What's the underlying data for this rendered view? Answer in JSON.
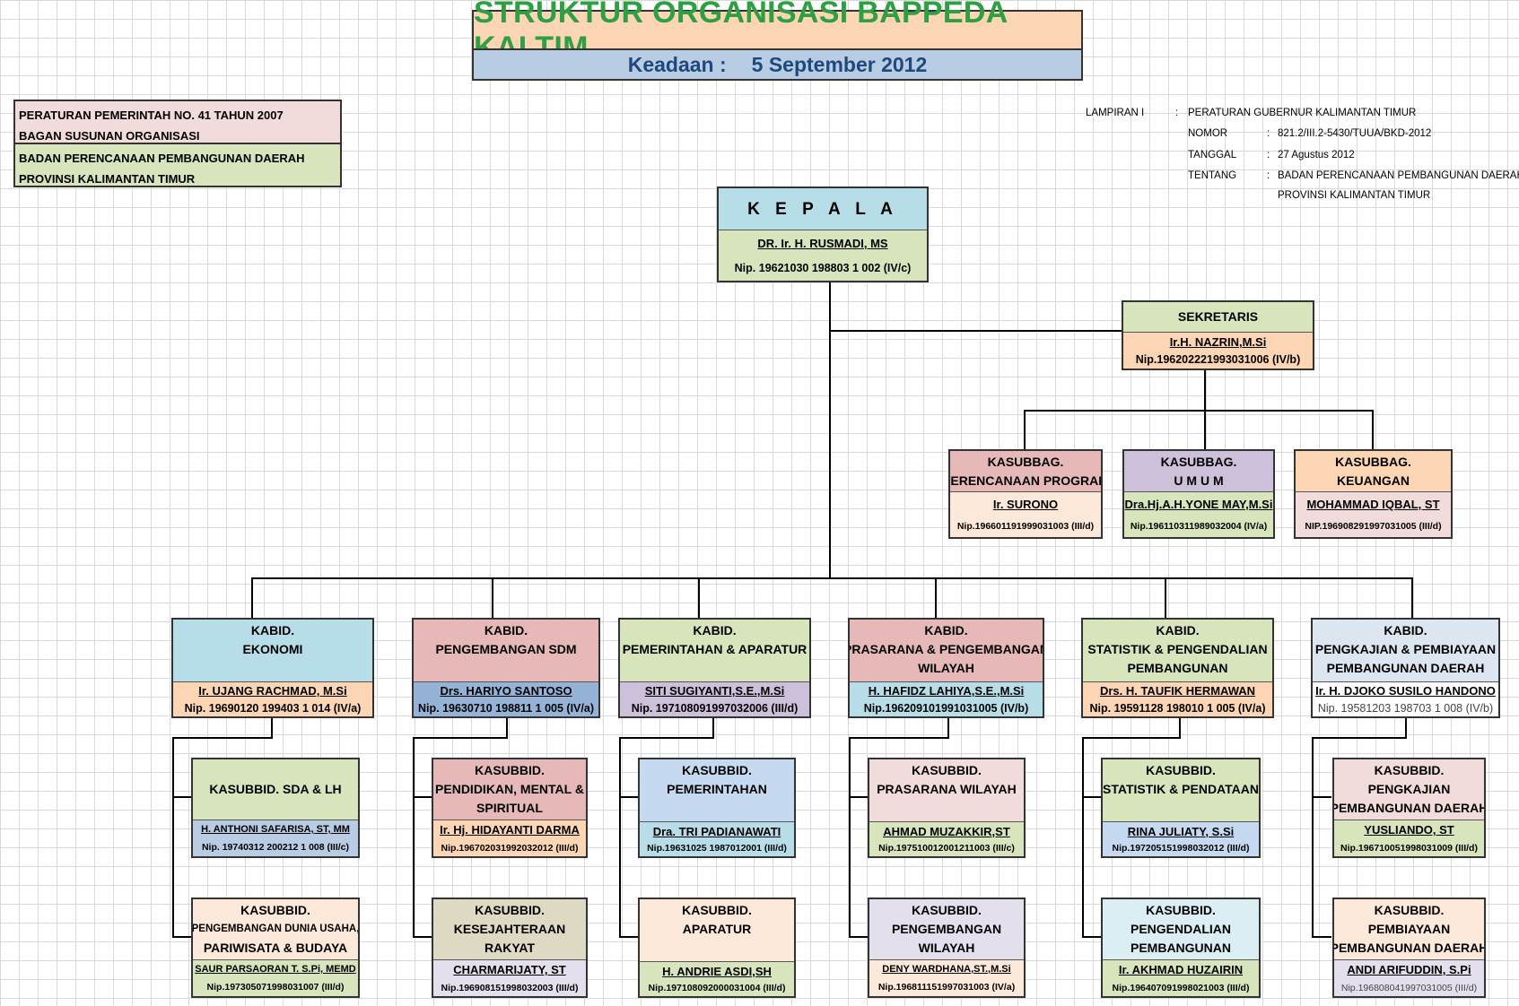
{
  "header": {
    "title": "STRUKTUR ORGANISASI BAPPEDA KALTIM",
    "keadaan_label": "Keadaan :",
    "keadaan_date": "5 September 2012"
  },
  "regulation": {
    "line1": "PERATURAN PEMERINTAH NO. 41 TAHUN 2007",
    "line2": "BAGAN SUSUNAN ORGANISASI",
    "line3": "BADAN PERENCANAAN PEMBANGUNAN DAERAH",
    "line4": "PROVINSI KALIMANTAN TIMUR"
  },
  "lampiran": {
    "label": "LAMPIRAN   I",
    "colon": ":",
    "value": "PERATURAN GUBERNUR KALIMANTAN TIMUR",
    "nomor_label": "NOMOR",
    "nomor_value": "821.2/III.2-5430/TUUA/BKD-2012",
    "tanggal_label": "TANGGAL",
    "tanggal_value": "27 Agustus 2012",
    "tentang_label": "TENTANG",
    "tentang_value1": "BADAN PERENCANAAN PEMBANGUNAN DAERAH",
    "tentang_value2": "PROVINSI KALIMANTAN TIMUR"
  },
  "kepala": {
    "title": "K E P A L A",
    "name": "DR. Ir. H. RUSMADI, MS",
    "nip": "Nip. 19621030 198803 1 002 (IV/c)"
  },
  "sekretaris": {
    "title": "SEKRETARIS",
    "name": "Ir.H. NAZRIN,M.Si",
    "nip": "Nip.196202221993031006 (IV/b)"
  },
  "kasubbag": [
    {
      "t1": "KASUBBAG.",
      "t2": "PERENCANAAN PROGRAM",
      "name": "Ir. SURONO",
      "nip": "Nip.196601191999031003 (III/d)"
    },
    {
      "t1": "KASUBBAG.",
      "t2": "U M U M",
      "name": "Dra.Hj.A.H.YONE MAY,M.Si",
      "nip": "Nip.196110311989032004 (IV/a)"
    },
    {
      "t1": "KASUBBAG.",
      "t2": "KEUANGAN",
      "name": "MOHAMMAD IQBAL, ST",
      "nip": "NIP.196908291997031005 (III/d)"
    }
  ],
  "kabid": [
    {
      "t1": "KABID.",
      "t2": "EKONOMI",
      "t3": "",
      "name": "Ir. UJANG RACHMAD, M.Si",
      "nip": "Nip. 19690120 199403 1 014 (IV/a)"
    },
    {
      "t1": "KABID.",
      "t2": "PENGEMBANGAN SDM",
      "t3": "",
      "name": "Drs. HARIYO SANTOSO",
      "nip": "Nip. 19630710 198811 1 005 (IV/a)"
    },
    {
      "t1": "KABID.",
      "t2": "PEMERINTAHAN & APARATUR",
      "t3": "",
      "name": "SITI SUGIYANTI,S.E.,M.Si",
      "nip": "Nip. 197108091997032006 (III/d)"
    },
    {
      "t1": "KABID.",
      "t2": "PRASARANA & PENGEMBANGAN",
      "t3": "WILAYAH",
      "name": "H. HAFIDZ LAHIYA,S.E.,M.Si",
      "nip": "Nip.196209101991031005 (IV/b)"
    },
    {
      "t1": "KABID.",
      "t2": "STATISTIK & PENGENDALIAN",
      "t3": "PEMBANGUNAN",
      "name": "Drs. H. TAUFIK HERMAWAN",
      "nip": "Nip. 19591128 198010 1 005 (IV/a)"
    },
    {
      "t1": "KABID.",
      "t2": "PENGKAJIAN & PEMBIAYAAN",
      "t3": "PEMBANGUNAN DAERAH",
      "name": "Ir. H. DJOKO SUSILO HANDONO",
      "nip": "Nip. 19581203 198703 1 008 (IV/b)"
    }
  ],
  "kasubbid_row1": [
    {
      "t1": "KASUBBID. SDA & LH",
      "t2": "",
      "t3": "",
      "name": "H. ANTHONI SAFARISA, ST, MM",
      "nip": "Nip. 19740312 200212 1 008 (III/c)"
    },
    {
      "t1": "KASUBBID.",
      "t2": "PENDIDIKAN, MENTAL &",
      "t3": "SPIRITUAL",
      "name": "Ir. Hj. HIDAYANTI DARMA",
      "nip": "Nip.196702031992032012 (III/d)"
    },
    {
      "t1": "KASUBBID.",
      "t2": "PEMERINTAHAN",
      "t3": "",
      "name": "Dra. TRI PADIANAWATI",
      "nip": "Nip.19631025 1987012001 (III/d)"
    },
    {
      "t1": "KASUBBID.",
      "t2": "PRASARANA WILAYAH",
      "t3": "",
      "name": "AHMAD MUZAKKIR,ST",
      "nip": "Nip.197510012001211003 (III/c)"
    },
    {
      "t1": "KASUBBID.",
      "t2": "STATISTIK & PENDATAAN",
      "t3": "",
      "name": "RINA JULIATY, S.Si",
      "nip": "Nip.197205151998032012 (III/d)"
    },
    {
      "t1": "KASUBBID.",
      "t2": "PENGKAJIAN",
      "t3": "PEMBANGUNAN DAERAH",
      "name": "YUSLIANDO, ST",
      "nip": "Nip.196710051998031009 (III/d)"
    }
  ],
  "kasubbid_row2": [
    {
      "t1": "KASUBBID.",
      "t2": "PENGEMBANGAN DUNIA USAHA,",
      "t3": "PARIWISATA & BUDAYA",
      "name": "SAUR PARSAORAN T. S.Pi, MEMD",
      "nip": "Nip.197305071998031007 (III/d)"
    },
    {
      "t1": "KASUBBID.",
      "t2": "KESEJAHTERAAN",
      "t3": "RAKYAT",
      "name": "CHARMARIJATY, ST",
      "nip": "Nip.196908151998032003 (III/d)"
    },
    {
      "t1": "KASUBBID.",
      "t2": "APARATUR",
      "t3": "",
      "name": "H. ANDRIE ASDI,SH",
      "nip": "Nip.197108092000031004 (III/d)"
    },
    {
      "t1": "KASUBBID.",
      "t2": "PENGEMBANGAN",
      "t3": "WILAYAH",
      "name": "DENY WARDHANA,ST.,M.Si",
      "nip": "Nip.196811151997031003 (IV/a)"
    },
    {
      "t1": "KASUBBID.",
      "t2": "PENGENDALIAN",
      "t3": "PEMBANGUNAN",
      "name": "Ir. AKHMAD HUZAIRIN",
      "nip": "Nip.196407091998021003 (III/d)"
    },
    {
      "t1": "KASUBBID.",
      "t2": "PEMBIAYAAN",
      "t3": "PEMBANGUNAN DAERAH",
      "name": "ANDI ARIFUDDIN, S.Pi",
      "nip": "Nip.196808041997031005 (III/d)"
    }
  ],
  "colors": {
    "title_bg": "#fcd5b4",
    "title_text": "#2ea043",
    "subtitle_bg": "#b8cce4",
    "subtitle_text": "#1f497d",
    "kepala_top": "#b7dee8",
    "kepala_bottom": "#d8e4bc",
    "sekretaris_top": "#d8e4bc",
    "sekretaris_bottom": "#fcd5b4"
  }
}
